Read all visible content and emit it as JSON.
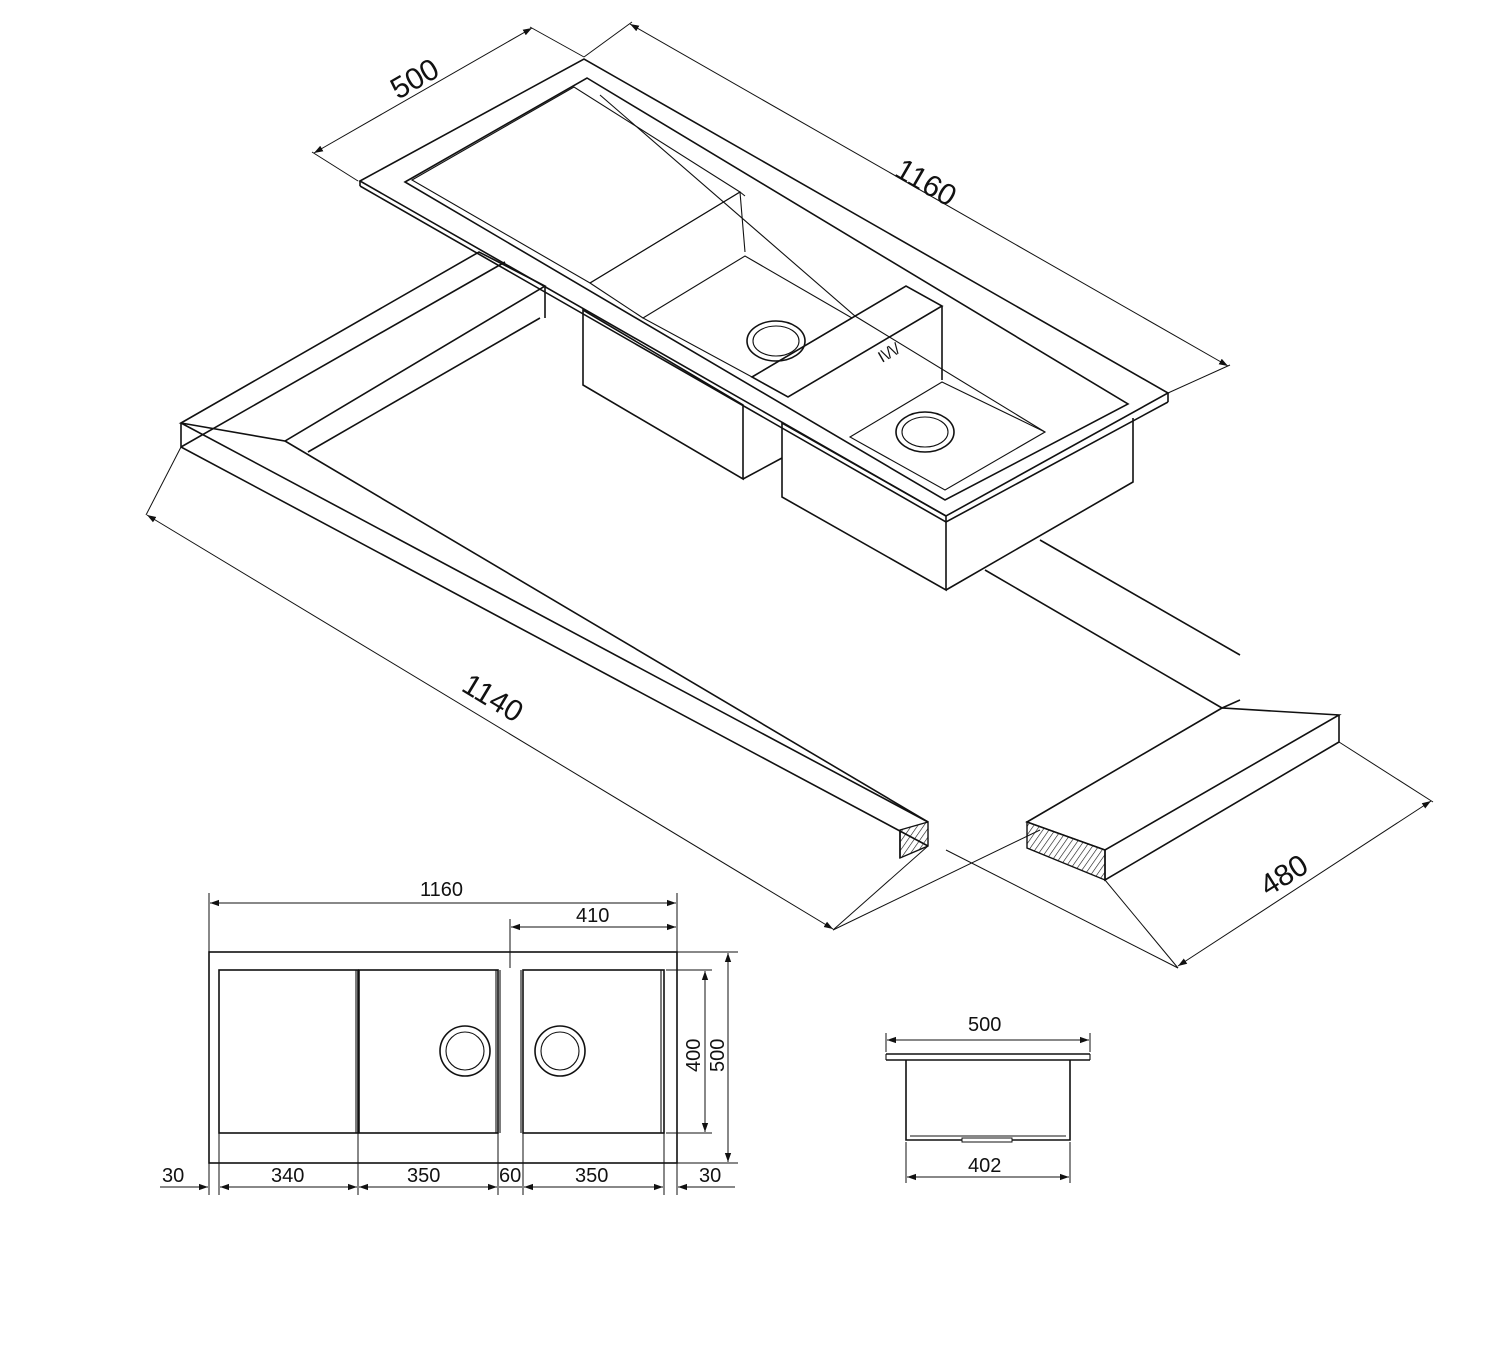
{
  "isometric_view": {
    "dim_depth": "500",
    "dim_length": "1160",
    "dim_cutout_length": "1140",
    "dim_cutout_depth": "480",
    "tap_mark": "I\\/\\/"
  },
  "plan_view": {
    "dim_total": "1160",
    "dim_right_offset": "410",
    "dim_inner_depth": "400",
    "dim_outer_depth": "500",
    "dim_left_margin": "30",
    "dim_drainer": "340",
    "dim_bowl_1": "350",
    "dim_divider": "60",
    "dim_bowl_2": "350",
    "dim_right_margin": "30"
  },
  "section_view": {
    "dim_top": "500",
    "dim_bottom": "402"
  }
}
